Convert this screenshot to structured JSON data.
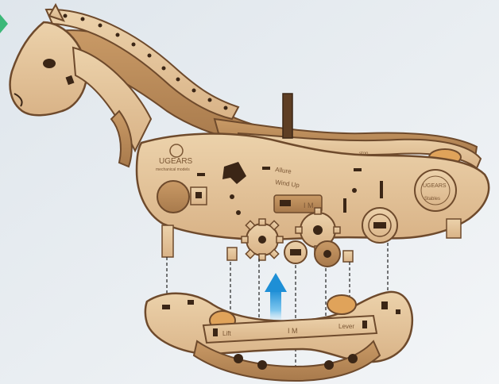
{
  "scene": {
    "brand_logo": "UGEARS",
    "brand_tagline": "mechanical models",
    "seal_brand": "UGEARS",
    "seal_model": "Stables",
    "stop_label": "stop",
    "label_allure": "Allure",
    "label_wind_up": "Wind Up",
    "label_gear_mark": "I M",
    "stand_label_left": "Lift",
    "stand_label_center": "I M",
    "stand_label_right": "Lever",
    "arrow_icon": "arrow-up-icon",
    "colors": {
      "background": "#e9eef2",
      "wood_light": "#e8cba2",
      "wood_mid": "#d4ad7d",
      "wood_edge": "#6e4a2c",
      "arrow": "#2a9fe0",
      "corner_tab": "#3cb878"
    }
  }
}
